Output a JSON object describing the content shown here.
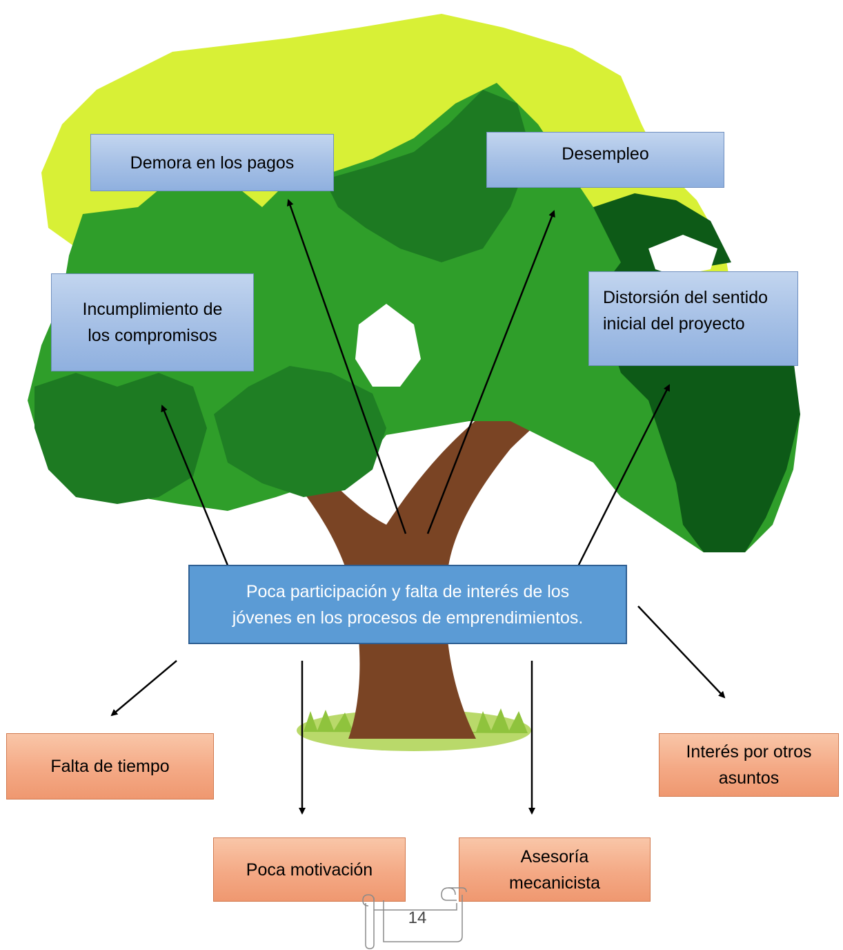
{
  "effects": {
    "demora": "Demora en los pagos",
    "desempleo": "Desempleo",
    "incumplimiento_l1": "Incumplimiento de",
    "incumplimiento_l2": "los compromisos",
    "distorsion_l1": "Distorsión del sentido",
    "distorsion_l2": "inicial del proyecto"
  },
  "central_problem": {
    "line1": "Poca participación y falta de interés de los",
    "line2": "jóvenes en los procesos de  emprendimientos."
  },
  "causes": {
    "falta_tiempo": "Falta de tiempo",
    "poca_motivacion": "Poca motivación",
    "asesoria_l1": "Asesoría",
    "asesoria_l2": "mecanicista",
    "interes_l1": "Interés por otros",
    "interes_l2": "asuntos"
  },
  "page_number": "14",
  "colors": {
    "effect_box": "#a7c1e6",
    "problem_box": "#5b9bd5",
    "cause_box": "#f4a985",
    "trunk": "#7a4424",
    "foliage_light": "#d8f036",
    "foliage_mid": "#2f9e2a",
    "foliage_dark": "#0d5a17"
  }
}
